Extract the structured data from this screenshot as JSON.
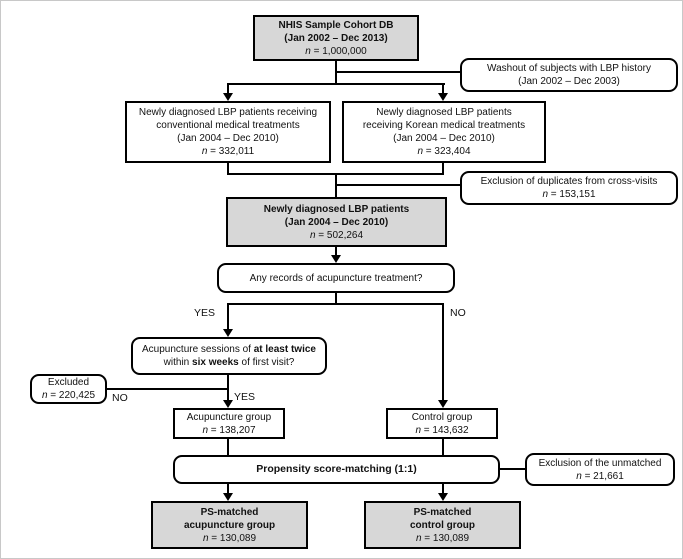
{
  "flowchart": {
    "colors": {
      "gray_fill": "#d7d7d7",
      "white_fill": "#ffffff",
      "line_color": "#000000"
    },
    "nhis_box": {
      "title": "NHIS Sample Cohort DB",
      "period": "(Jan 2002 – Dec 2013)",
      "n": "n",
      "n_value": "= 1,000,000"
    },
    "washout_box": {
      "line1": "Washout of subjects with LBP history",
      "line2": "(Jan 2002 – Dec 2003)"
    },
    "conventional_box": {
      "line1": "Newly diagnosed LBP patients receiving",
      "line2": "conventional medical treatments",
      "line3": "(Jan 2004 – Dec 2010)",
      "n": "n",
      "n_value": "= 332,011"
    },
    "korean_box": {
      "line1": "Newly diagnosed LBP patients",
      "line2": "receiving Korean medical treatments",
      "line3": "(Jan 2004 – Dec 2010)",
      "n": "n",
      "n_value": "= 323,404"
    },
    "duplicates_box": {
      "line1": "Exclusion of duplicates from cross-visits",
      "n": "n",
      "n_value": "= 153,151"
    },
    "newly_lbp_box": {
      "title": "Newly diagnosed LBP patients",
      "period": "(Jan 2004 – Dec 2010)",
      "n": "n",
      "n_value": "= 502,264"
    },
    "acupuncture_question_box": {
      "text": "Any records of acupuncture treatment?"
    },
    "sessions_question_box": {
      "seg1": "Acupuncture sessions of",
      "seg2_bold": "at least twice",
      "seg3": "within",
      "seg4_bold": "six weeks",
      "seg5": "of first visit?"
    },
    "excluded_box": {
      "line1": "Excluded",
      "n": "n",
      "n_value": "= 220,425"
    },
    "acupuncture_group_box": {
      "line1": "Acupuncture group",
      "n": "n",
      "n_value": "= 138,207"
    },
    "control_group_box": {
      "line1": "Control group",
      "n": "n",
      "n_value": "= 143,632"
    },
    "propensity_box": {
      "text": "Propensity score-matching (1:1)"
    },
    "unmatched_box": {
      "line1": "Exclusion of the unmatched",
      "n": "n",
      "n_value": "= 21,661"
    },
    "ps_acupuncture_box": {
      "line1": "PS-matched",
      "line2": "acupuncture group",
      "n": "n",
      "n_value": "= 130,089"
    },
    "ps_control_box": {
      "line1": "PS-matched",
      "line2": "control group",
      "n": "n",
      "n_value": "= 130,089"
    },
    "branch_labels": {
      "yes_top": "YES",
      "no_top": "NO",
      "yes_bottom": "YES",
      "no_bottom": "NO"
    }
  }
}
